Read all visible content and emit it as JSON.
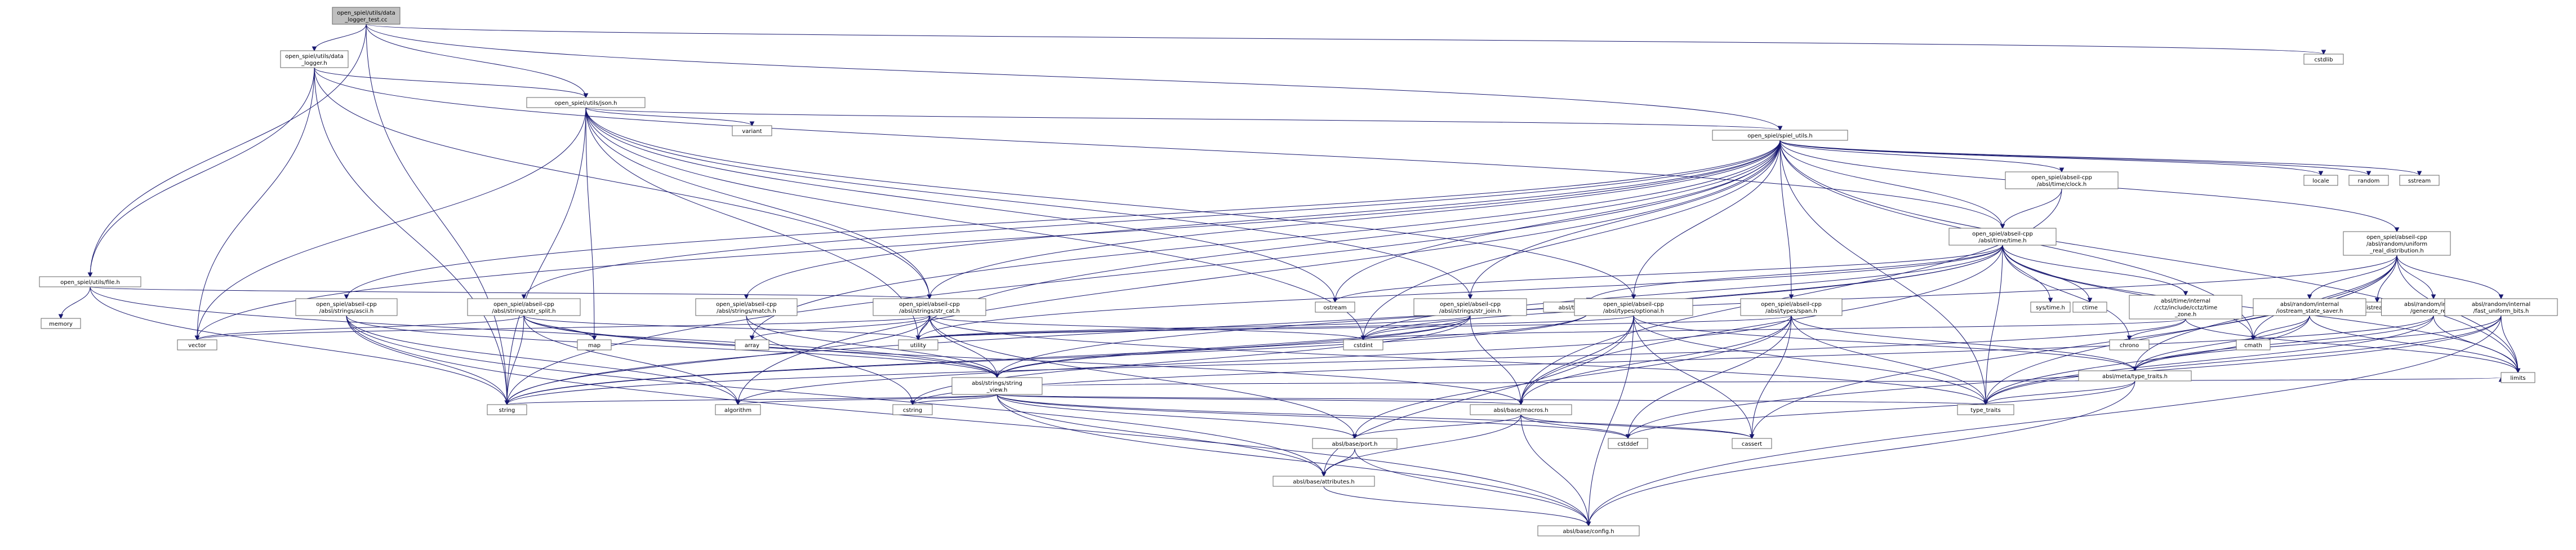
{
  "colors": {
    "edge": "#191970",
    "node_fill": "#ffffff",
    "node_stroke": "#666666",
    "root_fill": "#bfbfbf",
    "red_stroke": "#ff0000",
    "gray_stroke": "#bfbfbf"
  },
  "nodes": [
    {
      "id": "root",
      "lines": [
        "open_spiel/utils/data",
        "_logger_test.cc"
      ],
      "style": "root"
    },
    {
      "id": "data_logger",
      "lines": [
        "open_spiel/utils/data",
        "_logger.h"
      ],
      "style": "normal"
    },
    {
      "id": "cstdlib",
      "lines": [
        "cstdlib"
      ],
      "style": "gray"
    },
    {
      "id": "json",
      "lines": [
        "open_spiel/utils/json.h"
      ],
      "style": "normal"
    },
    {
      "id": "spiel_utils",
      "lines": [
        "open_spiel/spiel_utils.h"
      ],
      "style": "normal"
    },
    {
      "id": "variant",
      "lines": [
        "variant"
      ],
      "style": "gray"
    },
    {
      "id": "clock",
      "lines": [
        "open_spiel/abseil-cpp",
        "/absl/time/clock.h"
      ],
      "style": "normal"
    },
    {
      "id": "locale",
      "lines": [
        "locale"
      ],
      "style": "gray"
    },
    {
      "id": "random",
      "lines": [
        "random"
      ],
      "style": "gray"
    },
    {
      "id": "sstream",
      "lines": [
        "sstream"
      ],
      "style": "gray"
    },
    {
      "id": "time",
      "lines": [
        "open_spiel/abseil-cpp",
        "/absl/time/time.h"
      ],
      "style": "normal"
    },
    {
      "id": "uniform_real",
      "lines": [
        "open_spiel/abseil-cpp",
        "/absl/random/uniform",
        "_real_distribution.h"
      ],
      "style": "normal"
    },
    {
      "id": "file",
      "lines": [
        "open_spiel/utils/file.h"
      ],
      "style": "normal"
    },
    {
      "id": "memory",
      "lines": [
        "memory"
      ],
      "style": "gray"
    },
    {
      "id": "ascii",
      "lines": [
        "open_spiel/abseil-cpp",
        "/absl/strings/ascii.h"
      ],
      "style": "normal"
    },
    {
      "id": "str_split",
      "lines": [
        "open_spiel/abseil-cpp",
        "/absl/strings/str_split.h"
      ],
      "style": "red"
    },
    {
      "id": "match",
      "lines": [
        "open_spiel/abseil-cpp",
        "/absl/strings/match.h"
      ],
      "style": "normal"
    },
    {
      "id": "str_cat",
      "lines": [
        "open_spiel/abseil-cpp",
        "/absl/strings/str_cat.h"
      ],
      "style": "red"
    },
    {
      "id": "ostream",
      "lines": [
        "ostream"
      ],
      "style": "gray"
    },
    {
      "id": "civil_time",
      "lines": [
        "absl/time/civil_time.h"
      ],
      "style": "red"
    },
    {
      "id": "str_join",
      "lines": [
        "open_spiel/abseil-cpp",
        "/absl/strings/str_join.h"
      ],
      "style": "red"
    },
    {
      "id": "optional",
      "lines": [
        "open_spiel/abseil-cpp",
        "/absl/types/optional.h"
      ],
      "style": "red"
    },
    {
      "id": "span",
      "lines": [
        "open_spiel/abseil-cpp",
        "/absl/types/span.h"
      ],
      "style": "red"
    },
    {
      "id": "systime",
      "lines": [
        "sys/time.h"
      ],
      "style": "gray"
    },
    {
      "id": "ctime",
      "lines": [
        "ctime"
      ],
      "style": "gray"
    },
    {
      "id": "zone",
      "lines": [
        "absl/time/internal",
        "/cctz/include/cctz/time",
        "_zone.h"
      ],
      "style": "red"
    },
    {
      "id": "istream",
      "lines": [
        "istream"
      ],
      "style": "gray"
    },
    {
      "id": "generate_real",
      "lines": [
        "absl/random/internal",
        "/generate_real.h"
      ],
      "style": "red"
    },
    {
      "id": "iostream_saver",
      "lines": [
        "absl/random/internal",
        "/iostream_state_saver.h"
      ],
      "style": "red"
    },
    {
      "id": "fast_uniform",
      "lines": [
        "absl/random/internal",
        "/fast_uniform_bits.h"
      ],
      "style": "red"
    },
    {
      "id": "vector",
      "lines": [
        "vector"
      ],
      "style": "gray"
    },
    {
      "id": "map",
      "lines": [
        "map"
      ],
      "style": "gray"
    },
    {
      "id": "array",
      "lines": [
        "array"
      ],
      "style": "gray"
    },
    {
      "id": "utility",
      "lines": [
        "utility"
      ],
      "style": "gray"
    },
    {
      "id": "cstdint",
      "lines": [
        "cstdint"
      ],
      "style": "gray"
    },
    {
      "id": "chrono",
      "lines": [
        "chrono"
      ],
      "style": "gray"
    },
    {
      "id": "meta_type_traits",
      "lines": [
        "absl/meta/type_traits.h"
      ],
      "style": "red"
    },
    {
      "id": "cmath",
      "lines": [
        "cmath"
      ],
      "style": "gray"
    },
    {
      "id": "limits",
      "lines": [
        "limits"
      ],
      "style": "gray"
    },
    {
      "id": "string_view",
      "lines": [
        "absl/strings/string",
        "_view.h"
      ],
      "style": "red"
    },
    {
      "id": "string",
      "lines": [
        "string"
      ],
      "style": "gray"
    },
    {
      "id": "algorithm",
      "lines": [
        "algorithm"
      ],
      "style": "gray"
    },
    {
      "id": "cstring",
      "lines": [
        "cstring"
      ],
      "style": "gray"
    },
    {
      "id": "macros",
      "lines": [
        "absl/base/macros.h"
      ],
      "style": "red"
    },
    {
      "id": "type_traits",
      "lines": [
        "type_traits"
      ],
      "style": "gray"
    },
    {
      "id": "port",
      "lines": [
        "absl/base/port.h"
      ],
      "style": "red"
    },
    {
      "id": "cstddef",
      "lines": [
        "cstddef"
      ],
      "style": "gray"
    },
    {
      "id": "cassert",
      "lines": [
        "cassert"
      ],
      "style": "gray"
    },
    {
      "id": "attributes",
      "lines": [
        "absl/base/attributes.h"
      ],
      "style": "normal"
    },
    {
      "id": "config",
      "lines": [
        "absl/base/config.h"
      ],
      "style": "red"
    }
  ],
  "edges": [
    [
      "root",
      "data_logger"
    ],
    [
      "root",
      "cstdlib"
    ],
    [
      "root",
      "json"
    ],
    [
      "root",
      "spiel_utils"
    ],
    [
      "root",
      "file"
    ],
    [
      "root",
      "string"
    ],
    [
      "data_logger",
      "json"
    ],
    [
      "data_logger",
      "file"
    ],
    [
      "data_logger",
      "time"
    ],
    [
      "data_logger",
      "string"
    ],
    [
      "data_logger",
      "vector"
    ],
    [
      "data_logger",
      "str_cat"
    ],
    [
      "json",
      "spiel_utils"
    ],
    [
      "json",
      "variant"
    ],
    [
      "json",
      "vector"
    ],
    [
      "json",
      "map"
    ],
    [
      "json",
      "string"
    ],
    [
      "json",
      "str_cat"
    ],
    [
      "json",
      "str_join"
    ],
    [
      "json",
      "optional"
    ],
    [
      "json",
      "ostream"
    ],
    [
      "json",
      "cstdint"
    ],
    [
      "json",
      "utility"
    ],
    [
      "spiel_utils",
      "clock"
    ],
    [
      "spiel_utils",
      "locale"
    ],
    [
      "spiel_utils",
      "random"
    ],
    [
      "spiel_utils",
      "sstream"
    ],
    [
      "spiel_utils",
      "time"
    ],
    [
      "spiel_utils",
      "uniform_real"
    ],
    [
      "spiel_utils",
      "ascii"
    ],
    [
      "spiel_utils",
      "str_split"
    ],
    [
      "spiel_utils",
      "match"
    ],
    [
      "spiel_utils",
      "str_cat"
    ],
    [
      "spiel_utils",
      "ostream"
    ],
    [
      "spiel_utils",
      "str_join"
    ],
    [
      "spiel_utils",
      "optional"
    ],
    [
      "spiel_utils",
      "span"
    ],
    [
      "spiel_utils",
      "vector"
    ],
    [
      "spiel_utils",
      "string"
    ],
    [
      "spiel_utils",
      "array"
    ],
    [
      "spiel_utils",
      "utility"
    ],
    [
      "spiel_utils",
      "cstdint"
    ],
    [
      "spiel_utils",
      "cmath"
    ],
    [
      "spiel_utils",
      "limits"
    ],
    [
      "spiel_utils",
      "algorithm"
    ],
    [
      "spiel_utils",
      "type_traits"
    ],
    [
      "clock",
      "time"
    ],
    [
      "clock",
      "macros"
    ],
    [
      "time",
      "civil_time"
    ],
    [
      "time",
      "string_view"
    ],
    [
      "time",
      "systime"
    ],
    [
      "time",
      "ctime"
    ],
    [
      "time",
      "zone"
    ],
    [
      "time",
      "ostream"
    ],
    [
      "time",
      "string"
    ],
    [
      "time",
      "utility"
    ],
    [
      "time",
      "cstdint"
    ],
    [
      "time",
      "chrono"
    ],
    [
      "time",
      "cmath"
    ],
    [
      "time",
      "limits"
    ],
    [
      "time",
      "type_traits"
    ],
    [
      "time",
      "macros"
    ],
    [
      "uniform_real",
      "generate_real"
    ],
    [
      "uniform_real",
      "iostream_saver"
    ],
    [
      "uniform_real",
      "fast_uniform"
    ],
    [
      "uniform_real",
      "istream"
    ],
    [
      "uniform_real",
      "meta_type_traits"
    ],
    [
      "uniform_real",
      "cmath"
    ],
    [
      "uniform_real",
      "limits"
    ],
    [
      "uniform_real",
      "type_traits"
    ],
    [
      "uniform_real",
      "cassert"
    ],
    [
      "uniform_real",
      "cstdint"
    ],
    [
      "file",
      "memory"
    ],
    [
      "file",
      "string"
    ],
    [
      "file",
      "string_view"
    ],
    [
      "file",
      "str_cat"
    ],
    [
      "ascii",
      "string_view"
    ],
    [
      "ascii",
      "string"
    ],
    [
      "ascii",
      "algorithm"
    ],
    [
      "ascii",
      "attributes"
    ],
    [
      "ascii",
      "config"
    ],
    [
      "str_split",
      "string_view"
    ],
    [
      "str_split",
      "vector"
    ],
    [
      "str_split",
      "map"
    ],
    [
      "str_split",
      "string"
    ],
    [
      "str_split",
      "algorithm"
    ],
    [
      "str_split",
      "utility"
    ],
    [
      "str_split",
      "macros"
    ],
    [
      "match",
      "string_view"
    ],
    [
      "match",
      "cstring"
    ],
    [
      "str_cat",
      "string_view"
    ],
    [
      "str_cat",
      "array"
    ],
    [
      "str_cat",
      "string"
    ],
    [
      "str_cat",
      "vector"
    ],
    [
      "str_cat",
      "cstdint"
    ],
    [
      "str_cat",
      "type_traits"
    ],
    [
      "str_cat",
      "port"
    ],
    [
      "str_cat",
      "utility"
    ],
    [
      "civil_time",
      "string_view"
    ],
    [
      "civil_time",
      "string"
    ],
    [
      "str_join",
      "string_view"
    ],
    [
      "str_join",
      "string"
    ],
    [
      "str_join",
      "utility"
    ],
    [
      "str_join",
      "cstring"
    ],
    [
      "str_join",
      "macros"
    ],
    [
      "str_join",
      "cstdint"
    ],
    [
      "optional",
      "utility"
    ],
    [
      "optional",
      "type_traits"
    ],
    [
      "optional",
      "attributes"
    ],
    [
      "optional",
      "config"
    ],
    [
      "optional",
      "macros"
    ],
    [
      "optional",
      "meta_type_traits"
    ],
    [
      "optional",
      "cassert"
    ],
    [
      "span",
      "utility"
    ],
    [
      "span",
      "type_traits"
    ],
    [
      "span",
      "algorithm"
    ],
    [
      "span",
      "cassert"
    ],
    [
      "span",
      "cstddef"
    ],
    [
      "span",
      "macros"
    ],
    [
      "span",
      "port"
    ],
    [
      "span",
      "meta_type_traits"
    ],
    [
      "zone",
      "chrono"
    ],
    [
      "zone",
      "string"
    ],
    [
      "zone",
      "cstdint"
    ],
    [
      "zone",
      "limits"
    ],
    [
      "generate_real",
      "meta_type_traits"
    ],
    [
      "generate_real",
      "type_traits"
    ],
    [
      "generate_real",
      "cstring"
    ],
    [
      "generate_real",
      "limits"
    ],
    [
      "iostream_saver",
      "meta_type_traits"
    ],
    [
      "iostream_saver",
      "limits"
    ],
    [
      "iostream_saver",
      "cmath"
    ],
    [
      "iostream_saver",
      "type_traits"
    ],
    [
      "fast_uniform",
      "meta_type_traits"
    ],
    [
      "fast_uniform",
      "limits"
    ],
    [
      "fast_uniform",
      "cstddef"
    ],
    [
      "fast_uniform",
      "type_traits"
    ],
    [
      "fast_uniform",
      "config"
    ],
    [
      "meta_type_traits",
      "config"
    ],
    [
      "meta_type_traits",
      "type_traits"
    ],
    [
      "meta_type_traits",
      "cstddef"
    ],
    [
      "string_view",
      "string"
    ],
    [
      "string_view",
      "algorithm"
    ],
    [
      "string_view",
      "cstring"
    ],
    [
      "string_view",
      "macros"
    ],
    [
      "string_view",
      "port"
    ],
    [
      "string_view",
      "type_traits"
    ],
    [
      "string_view",
      "attributes"
    ],
    [
      "string_view",
      "config"
    ],
    [
      "string_view",
      "cassert"
    ],
    [
      "string_view",
      "cstddef"
    ],
    [
      "string_view",
      "limits"
    ],
    [
      "macros",
      "attributes"
    ],
    [
      "macros",
      "config"
    ],
    [
      "macros",
      "port"
    ],
    [
      "macros",
      "cassert"
    ],
    [
      "macros",
      "cstddef"
    ],
    [
      "port",
      "attributes"
    ],
    [
      "port",
      "config"
    ],
    [
      "attributes",
      "config"
    ]
  ]
}
